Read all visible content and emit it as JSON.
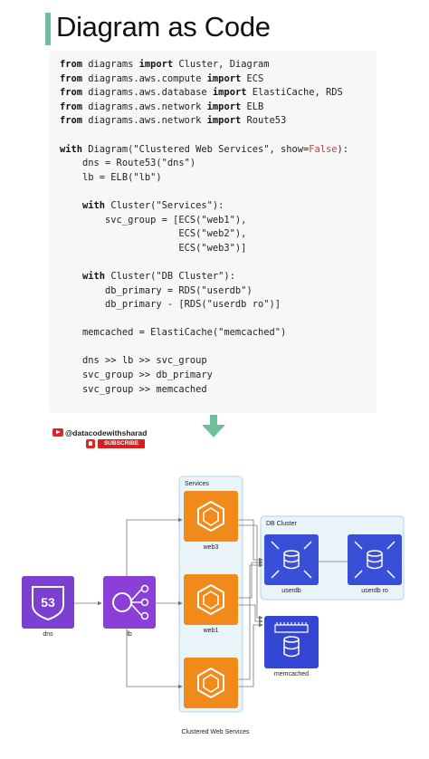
{
  "title": "Diagram as Code",
  "code_lines": [
    [
      {
        "t": "from",
        "c": "kw"
      },
      {
        "t": " diagrams ",
        "c": ""
      },
      {
        "t": "import",
        "c": "kw"
      },
      {
        "t": " Cluster, Diagram",
        "c": ""
      }
    ],
    [
      {
        "t": "from",
        "c": "kw"
      },
      {
        "t": " diagrams.aws.compute ",
        "c": ""
      },
      {
        "t": "import",
        "c": "kw"
      },
      {
        "t": " ECS",
        "c": ""
      }
    ],
    [
      {
        "t": "from",
        "c": "kw"
      },
      {
        "t": " diagrams.aws.database ",
        "c": ""
      },
      {
        "t": "import",
        "c": "kw"
      },
      {
        "t": " ElastiCache, RDS",
        "c": ""
      }
    ],
    [
      {
        "t": "from",
        "c": "kw"
      },
      {
        "t": " diagrams.aws.network ",
        "c": ""
      },
      {
        "t": "import",
        "c": "kw"
      },
      {
        "t": " ELB",
        "c": ""
      }
    ],
    [
      {
        "t": "from",
        "c": "kw"
      },
      {
        "t": " diagrams.aws.network ",
        "c": ""
      },
      {
        "t": "import",
        "c": "kw"
      },
      {
        "t": " Route53",
        "c": ""
      }
    ],
    [],
    [
      {
        "t": "with",
        "c": "kw"
      },
      {
        "t": " Diagram(\"Clustered Web Services\", show=",
        "c": ""
      },
      {
        "t": "False",
        "c": "fals"
      },
      {
        "t": "):",
        "c": ""
      }
    ],
    [
      {
        "t": "    dns = Route53(\"dns\")",
        "c": ""
      }
    ],
    [
      {
        "t": "    lb = ELB(\"lb\")",
        "c": ""
      }
    ],
    [],
    [
      {
        "t": "    ",
        "c": ""
      },
      {
        "t": "with",
        "c": "kw"
      },
      {
        "t": " Cluster(\"Services\"):",
        "c": ""
      }
    ],
    [
      {
        "t": "        svc_group = [ECS(\"web1\"),",
        "c": ""
      }
    ],
    [
      {
        "t": "                     ECS(\"web2\"),",
        "c": ""
      }
    ],
    [
      {
        "t": "                     ECS(\"web3\")]",
        "c": ""
      }
    ],
    [],
    [
      {
        "t": "    ",
        "c": ""
      },
      {
        "t": "with",
        "c": "kw"
      },
      {
        "t": " Cluster(\"DB Cluster\"):",
        "c": ""
      }
    ],
    [
      {
        "t": "        db_primary = RDS(\"userdb\")",
        "c": ""
      }
    ],
    [
      {
        "t": "        db_primary - [RDS(\"userdb ro\")]",
        "c": ""
      }
    ],
    [],
    [
      {
        "t": "    memcached = ElastiCache(\"memcached\")",
        "c": ""
      }
    ],
    [],
    [
      {
        "t": "    dns >> lb >> svc_group",
        "c": ""
      }
    ],
    [
      {
        "t": "    svc_group >> db_primary",
        "c": ""
      }
    ],
    [
      {
        "t": "    svc_group >> memcached",
        "c": ""
      }
    ]
  ],
  "badge": {
    "handle": "@datacodewithsharad",
    "subscribe": "SUBSCRIBE"
  },
  "diagram": {
    "caption": "Clustered Web Services",
    "services_cluster_label": "Services",
    "db_cluster_label": "DB Cluster",
    "nodes": {
      "dns": {
        "label": "dns",
        "badge_text": "53"
      },
      "lb": {
        "label": "lb"
      },
      "web3": {
        "label": "web3"
      },
      "web1": {
        "label": "web1"
      },
      "web2": {
        "label": ""
      },
      "userdb": {
        "label": "userdb"
      },
      "userdb_ro": {
        "label": "userdb ro"
      },
      "memcached": {
        "label": "memcached"
      }
    }
  },
  "colors": {
    "accent_bar": "#6fbf9a",
    "arrow": "#6fbf9a",
    "route53": "#7b3fd1",
    "elb": "#8a3fd6",
    "ecs": "#f08a1a",
    "rds": "#3a4fd8",
    "elasticache": "#3447d4",
    "cluster_fill": "#e9f4f9",
    "cluster_stroke": "#b5d3e3"
  }
}
